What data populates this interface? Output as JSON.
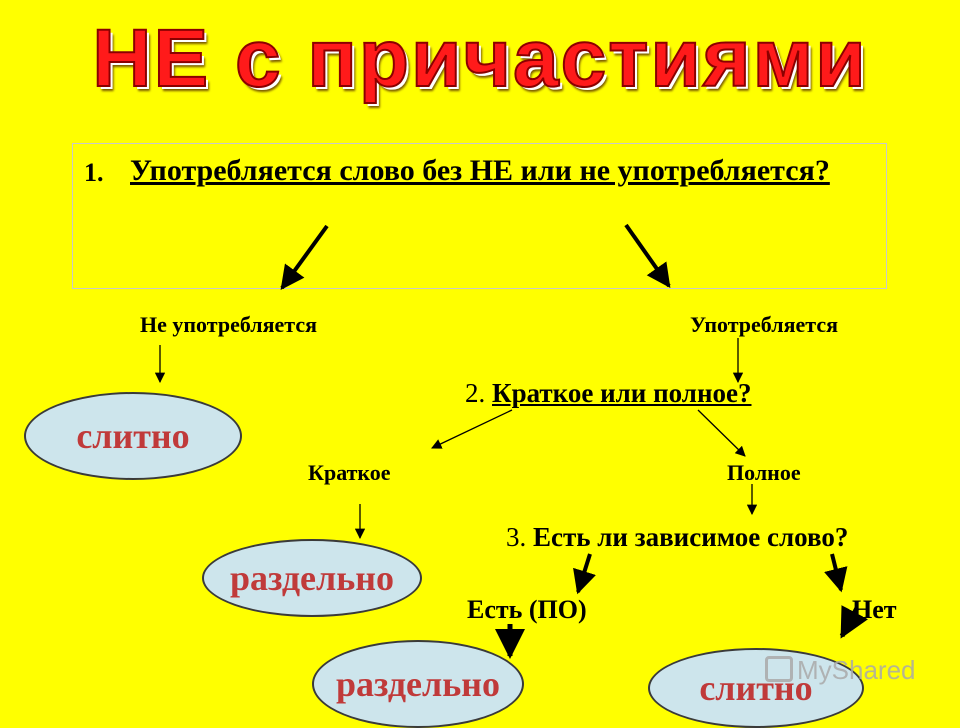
{
  "title": "НЕ с причастиями",
  "q1": {
    "number": "1.",
    "text": "Употребляется слово без НЕ или не употребляется?"
  },
  "branch_not_used": "Не употребляется",
  "branch_used": "Употребляется",
  "result_slitno_1": "слитно",
  "q2": {
    "number": "2.",
    "text": "Краткое или полное?"
  },
  "branch_short": "Краткое",
  "branch_full": "Полное",
  "result_razdelno_1": "раздельно",
  "q3": {
    "number": "3.",
    "text": "Есть ли зависимое слово?"
  },
  "branch_yes": "Есть (ПО)",
  "branch_no": "Нет",
  "result_razdelno_2": "раздельно",
  "result_slitno_2": "слитно",
  "watermark": "MyShared",
  "colors": {
    "background": "#ffff00",
    "title": "#ff1a1a",
    "ellipse_fill": "#cde5ec",
    "result_text": "#c03a3a"
  }
}
